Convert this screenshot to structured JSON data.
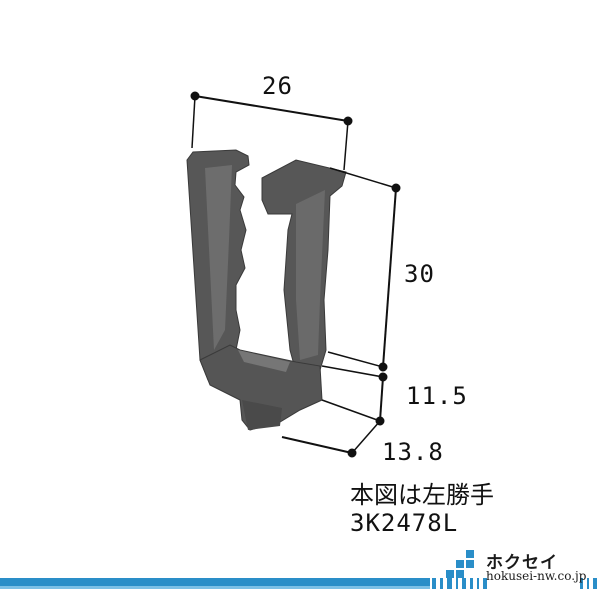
{
  "dimensions": {
    "width": "26",
    "height": "30",
    "base_height": "11.5",
    "depth": "13.8"
  },
  "caption": {
    "line1": "本図は左勝手",
    "line2": "3K2478L"
  },
  "brand": {
    "name": "ホクセイ",
    "url": "hokusei-nw.co.jp",
    "colors": {
      "stripe": "#2a8ec8",
      "logo": "#2a8ec8",
      "part": "#5a5a5a"
    }
  }
}
